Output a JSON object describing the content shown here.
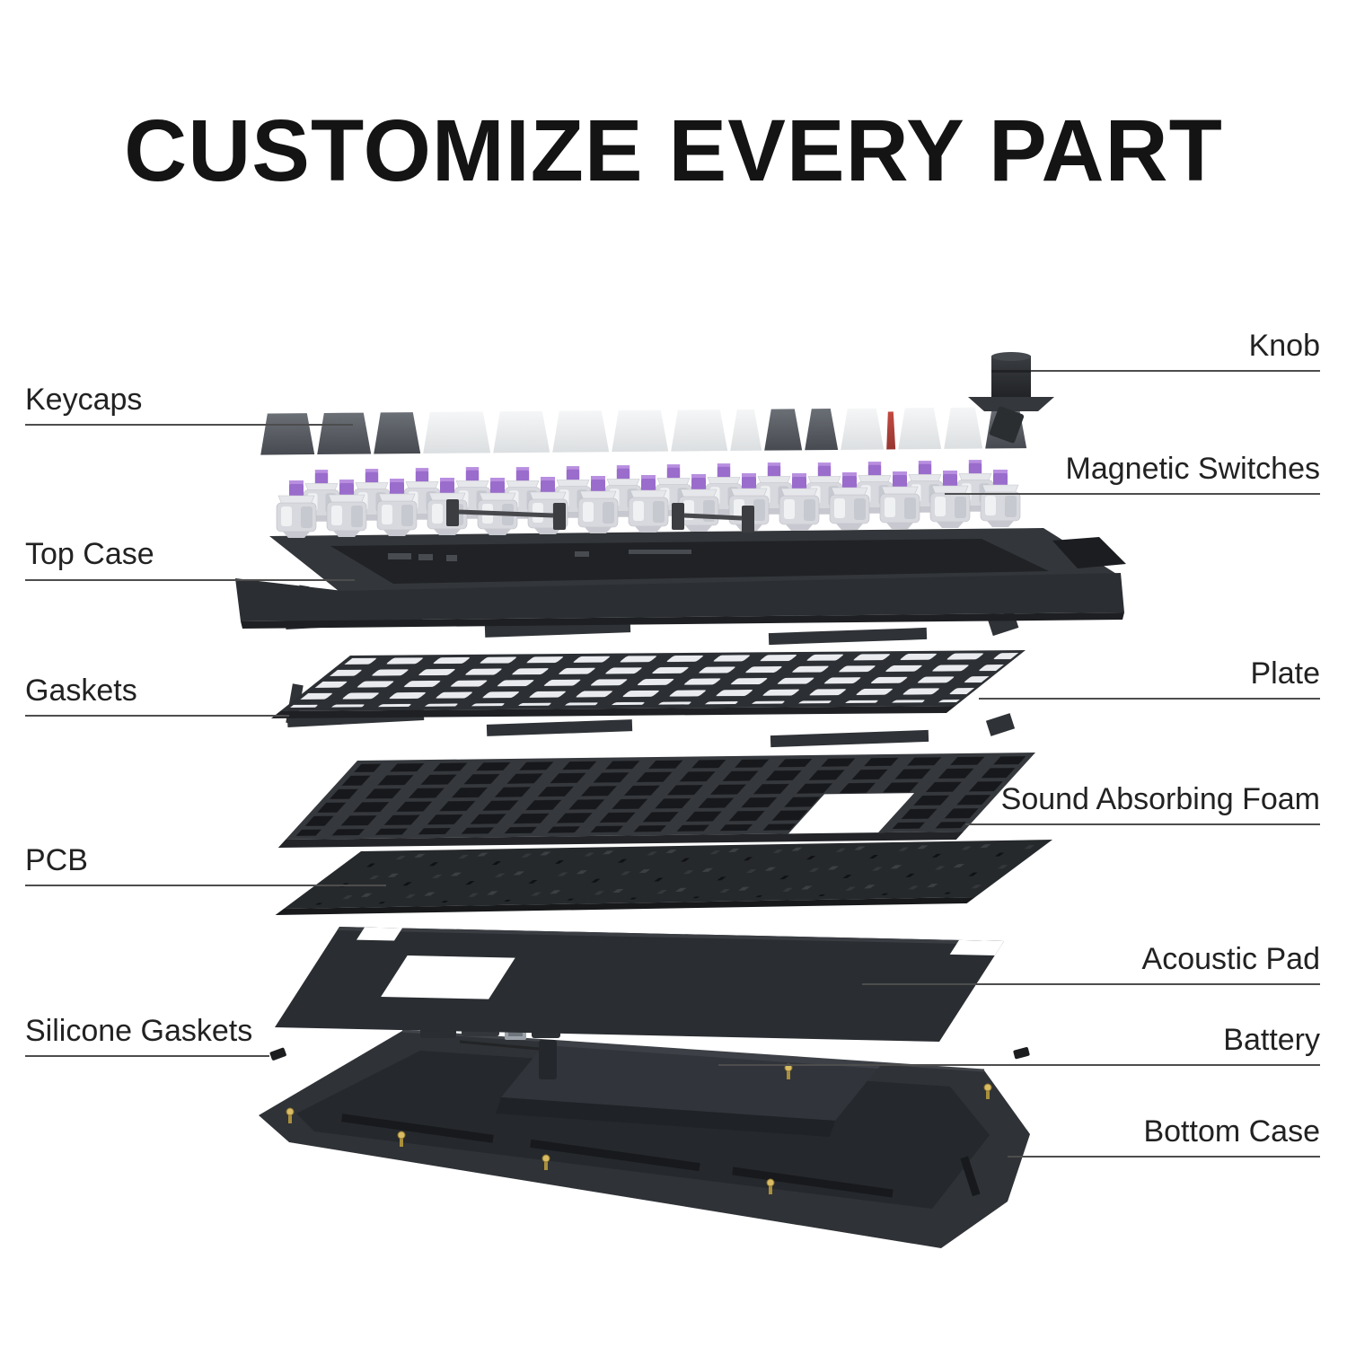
{
  "title": "CUSTOMIZE EVERY PART",
  "callouts": {
    "keycaps": {
      "label": "Keycaps",
      "side": "left"
    },
    "top_case": {
      "label": "Top Case",
      "side": "left"
    },
    "gaskets": {
      "label": "Gaskets",
      "side": "left"
    },
    "pcb": {
      "label": "PCB",
      "side": "left"
    },
    "silicone_gaskets": {
      "label": "Silicone Gaskets",
      "side": "left"
    },
    "knob": {
      "label": "Knob",
      "side": "right"
    },
    "magnetic_switches": {
      "label": "Magnetic Switches",
      "side": "right"
    },
    "plate": {
      "label": "Plate",
      "side": "right"
    },
    "sound_absorbing_foam": {
      "label": "Sound Absorbing Foam",
      "side": "right"
    },
    "acoustic_pad": {
      "label": "Acoustic Pad",
      "side": "right"
    },
    "battery": {
      "label": "Battery",
      "side": "right"
    },
    "bottom_case": {
      "label": "Bottom Case",
      "side": "right"
    }
  },
  "colors": {
    "background": "#ffffff",
    "title_text": "#141414",
    "label_text": "#222222",
    "leader_line": "#4d4d4d",
    "part_dark": "#2c2f33",
    "part_shadow": "#1d1f22",
    "switch_purple": "#9a6ccc",
    "keycap_light": "#eef0f1",
    "keycap_dark": "#54575d",
    "keycap_accent_red": "#b5443e",
    "screw_gold": "#c9a84c"
  }
}
